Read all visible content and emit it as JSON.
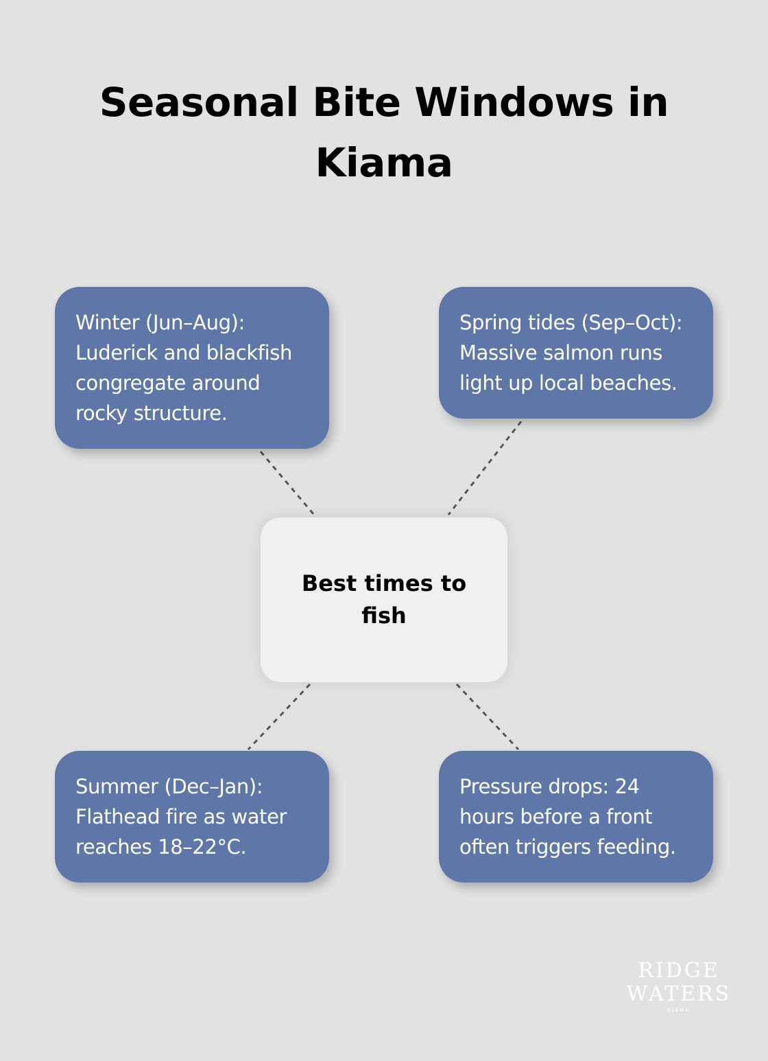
{
  "title": "Seasonal Bite Windows in Kiama",
  "center_node": "Best times to fish",
  "nodes": {
    "top_left": "Winter (Jun–Aug): Luderick and blackfish congregate around rocky structure.",
    "top_right": "Spring tides (Sep–Oct): Massive salmon runs light up local beaches.",
    "bottom_left": "Summer (Dec–Jan): Flathead fire as water reaches 18–22°C.",
    "bottom_right": "Pressure drops: 24 hours before a front often triggers feeding."
  },
  "logo": {
    "line1": "RIDGE",
    "line2": "WATERS",
    "line3": "KIAMA"
  },
  "colors": {
    "background": "#e1e3e2",
    "node_fill": "#5e77a8",
    "center_fill": "#eff0f2",
    "connector": "#555555"
  }
}
